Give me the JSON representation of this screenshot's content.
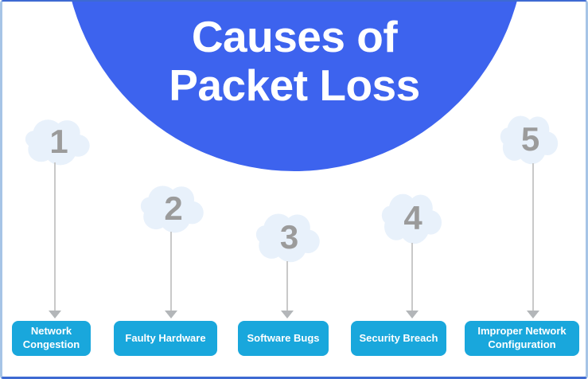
{
  "title": {
    "line1": "Causes of",
    "line2": "Packet Loss"
  },
  "items": [
    {
      "number": "1",
      "label": "Network Congestion"
    },
    {
      "number": "2",
      "label": "Faulty Hardware"
    },
    {
      "number": "3",
      "label": "Software Bugs"
    },
    {
      "number": "4",
      "label": "Security Breach"
    },
    {
      "number": "5",
      "label": "Improper Network Configuration"
    }
  ],
  "colors": {
    "header_blue": "#3D63EE",
    "title_text": "#FFFFFF",
    "cloud_fill": "#E8F1FB",
    "number_gray": "#9B9B9B",
    "line_gray": "#C9C9C9",
    "arrow_gray": "#B3B6B9",
    "box_cyan": "#19A7DC",
    "box_text": "#FFFFFF",
    "border_blue": "#3E6AD2",
    "border_side": "#A6C4E6",
    "background": "#FFFFFF"
  }
}
